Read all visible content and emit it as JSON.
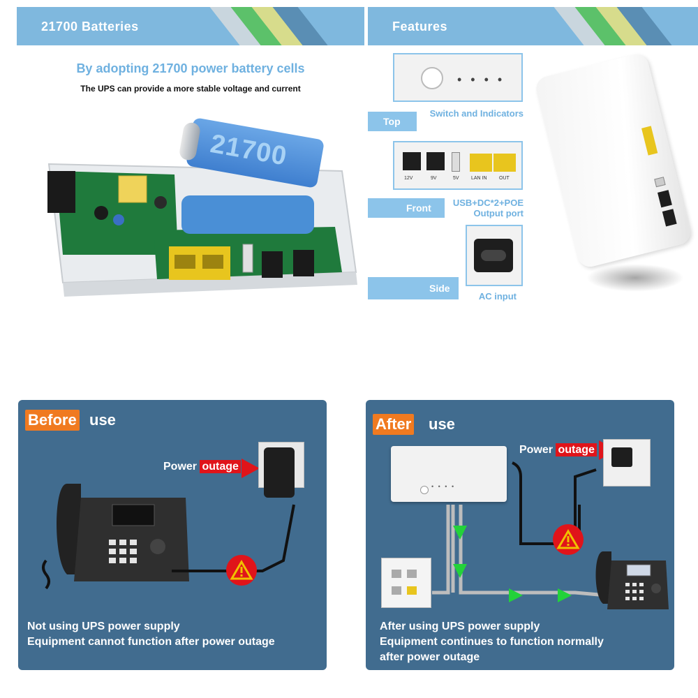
{
  "panel_batteries": {
    "header_title": "21700 Batteries",
    "headline": "By adopting 21700 power battery cells",
    "subline": "The UPS can provide a more stable voltage and current",
    "battery_label": "21700"
  },
  "panel_features": {
    "header_title": "Features",
    "rows": [
      {
        "tag": "Top",
        "label": "Switch and Indicators"
      },
      {
        "tag": "Front",
        "label_line1": "USB+DC*2+POE",
        "label_line2": "Output port"
      },
      {
        "tag": "Side",
        "label": "AC input"
      }
    ],
    "port_labels": [
      "12V",
      "9V",
      "5V",
      "LAN IN",
      "OUT"
    ]
  },
  "panel_before": {
    "badge": "Before",
    "badge_rest": "use",
    "power_word": "Power",
    "outage_word": "outage",
    "caption_line1": "Not using UPS power supply",
    "caption_line2": "Equipment cannot function after power outage"
  },
  "panel_after": {
    "badge": "After",
    "badge_rest": "use",
    "power_word": "Power",
    "outage_word": "outage",
    "caption_line1": "After using UPS power supply",
    "caption_line2": "Equipment continues to function normally",
    "caption_line3": "after power outage"
  },
  "colors": {
    "header_blue": "#7fb8de",
    "panel_navy": "#416c8f",
    "badge_orange": "#f07a20",
    "alert_red": "#e0141a",
    "accent_blue": "#6fb1e0"
  }
}
